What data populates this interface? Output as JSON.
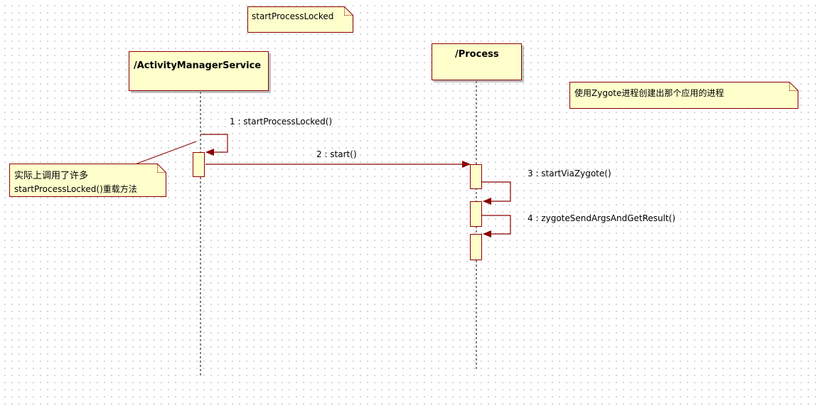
{
  "lifelines": [
    {
      "name": "/ActivityManagerService"
    },
    {
      "name": "/Process"
    }
  ],
  "messages": [
    {
      "label": "1 : startProcessLocked()"
    },
    {
      "label": "2 : start()"
    },
    {
      "label": "3 : startViaZygote()"
    },
    {
      "label": "4 : zygoteSendArgsAndGetResult()"
    }
  ],
  "notes": {
    "top": "startProcessLocked",
    "right": "使用Zygote进程创建出那个应用的进程",
    "left_line1": "实际上调用了许多",
    "left_line2": "startProcessLocked()重载方法"
  },
  "colors": {
    "border": "#8b0000",
    "fill": "#ffffcc",
    "grid_dots": "#c9c9c9"
  }
}
